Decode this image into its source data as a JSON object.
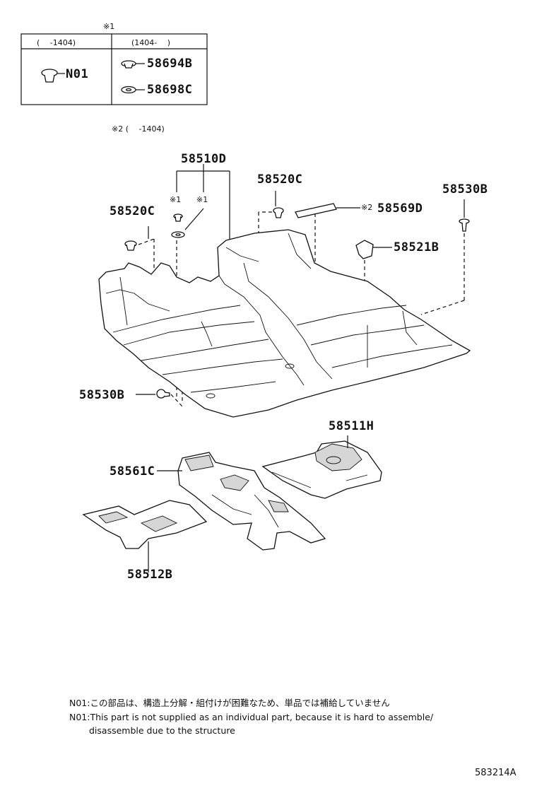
{
  "legend": {
    "mark1": "※1",
    "col_left": "(　 -1404)",
    "col_right": "(1404-　 )",
    "left_part": "N01",
    "right_part_1": "58694B",
    "right_part_2": "58698C"
  },
  "mark2_note": "※2 (　 -1404)",
  "callouts": {
    "c58510D": "58510D",
    "c58520C_top": "58520C",
    "c58530B_top": "58530B",
    "c58520C_left": "58520C",
    "c58569D": "58569D",
    "c58569D_mark": "※2",
    "c58521B": "58521B",
    "c58530B_left": "58530B",
    "c58511H": "58511H",
    "c58561C": "58561C",
    "c58512B": "58512B",
    "mark1a": "※1",
    "mark1b": "※1"
  },
  "notes": {
    "jp": "N01:この部品は、構造上分解・組付けが困難なため、単品では補給していません",
    "en_1": "N01:This part is not supplied as an individual part,  because it is hard to assemble/",
    "en_2": "disassemble due to the structure"
  },
  "diagram_id": "583214A"
}
